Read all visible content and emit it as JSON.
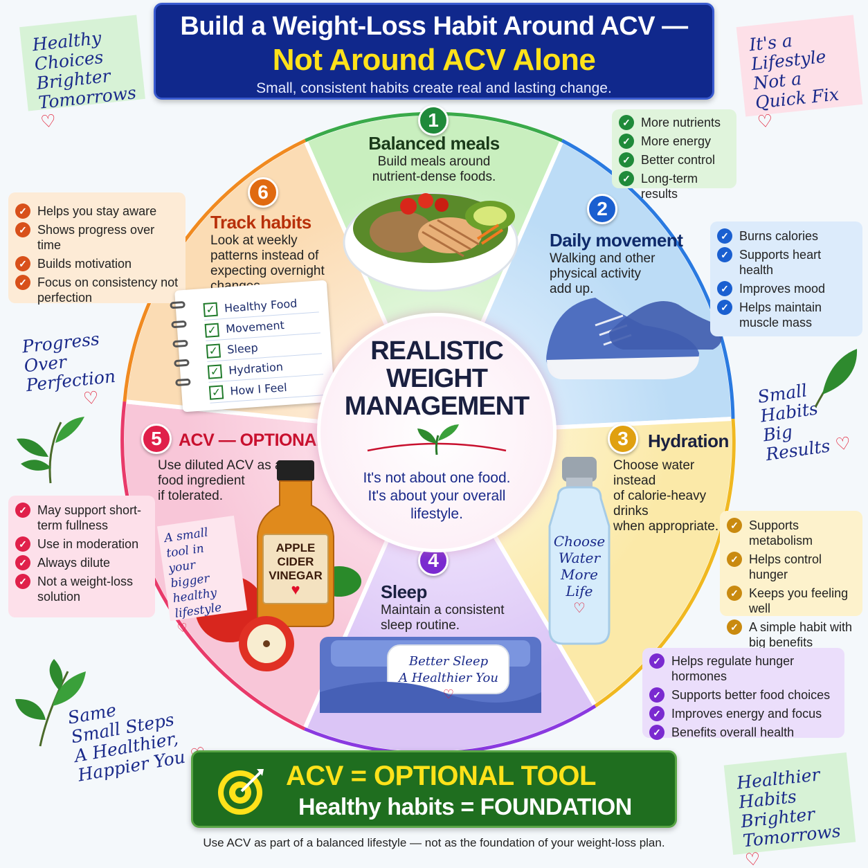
{
  "header": {
    "title_line1": "Build a Weight-Loss Habit Around ACV —",
    "title_line2": "Not Around ACV Alone",
    "subtitle": "Small, consistent habits create real and lasting change."
  },
  "corner_notes": {
    "top_left": [
      "Healthy",
      "Choices",
      "Brighter",
      "Tomorrows"
    ],
    "top_right": [
      "It's a",
      "Lifestyle",
      "Not a",
      "Quick Fix"
    ],
    "mid_left": [
      "Progress",
      "Over",
      "Perfection"
    ],
    "mid_right": [
      "Small",
      "Habits",
      "Big Results"
    ],
    "bottom_left": [
      "Same",
      "Small Steps",
      "A Healthier,",
      "Happier You"
    ],
    "bottom_right": [
      "Healthier",
      "Habits",
      "Brighter",
      "Tomorrows"
    ]
  },
  "heart_glyph": "♡",
  "check_glyph": "✓",
  "center": {
    "title": [
      "REALISTIC",
      "WEIGHT",
      "MANAGEMENT"
    ],
    "text": [
      "It's not about one food.",
      "It's about your overall",
      "lifestyle."
    ]
  },
  "sections": [
    {
      "num": "1",
      "title": "Balanced meals",
      "text": [
        "Build meals around",
        "nutrient-dense foods."
      ],
      "color": "#1f8a3a",
      "benefits": [
        "More nutrients",
        "More energy",
        "Better control",
        "Long-term results"
      ]
    },
    {
      "num": "2",
      "title": "Daily movement",
      "text": [
        "Walking and other",
        "physical activity",
        "add up."
      ],
      "color": "#1a5fd0",
      "benefits": [
        "Burns calories",
        "Supports heart health",
        "Improves mood",
        "Helps maintain muscle mass"
      ]
    },
    {
      "num": "3",
      "title": "Hydration",
      "text": [
        "Choose water instead",
        "of calorie-heavy drinks",
        "when appropriate."
      ],
      "color": "#e0a010",
      "benefits": [
        "Supports metabolism",
        "Helps control hunger",
        "Keeps you feeling well",
        "A simple habit with big benefits"
      ]
    },
    {
      "num": "4",
      "title": "Sleep",
      "text": [
        "Maintain a consistent",
        "sleep routine."
      ],
      "color": "#7a2ad0",
      "benefits": [
        "Helps regulate hunger hormones",
        "Supports better food choices",
        "Improves energy and focus",
        "Benefits overall health"
      ]
    },
    {
      "num": "5",
      "title": "ACV — OPTIONAL",
      "text": [
        "Use diluted ACV as a",
        "food ingredient",
        "if tolerated."
      ],
      "color": "#e0204a",
      "benefits": [
        "May support short-term fullness",
        "Use in moderation",
        "Always dilute",
        "Not a weight-loss solution"
      ]
    },
    {
      "num": "6",
      "title": "Track habits",
      "text": [
        "Look at weekly",
        "patterns instead of",
        "expecting overnight",
        "changes."
      ],
      "color": "#e06a10",
      "benefits": [
        "Helps you stay aware",
        "Shows progress over time",
        "Builds motivation",
        "Focus on consistency not perfection"
      ]
    }
  ],
  "notebook_items": [
    "Healthy Food",
    "Movement",
    "Sleep",
    "Hydration",
    "How I Feel"
  ],
  "bottle_label": [
    "APPLE",
    "CIDER",
    "VINEGAR"
  ],
  "acv_note": [
    "A small",
    "tool in your",
    "bigger",
    "healthy",
    "lifestyle"
  ],
  "water_bottle_text": [
    "Choose",
    "Water",
    "More",
    "Life"
  ],
  "pillow_text": [
    "Better Sleep",
    "A Healthier You"
  ],
  "banner": {
    "line1": "ACV = OPTIONAL TOOL",
    "line2": "Healthy habits = FOUNDATION"
  },
  "footer": "Use ACV as part of a balanced lifestyle — not as the foundation of your weight-loss plan."
}
